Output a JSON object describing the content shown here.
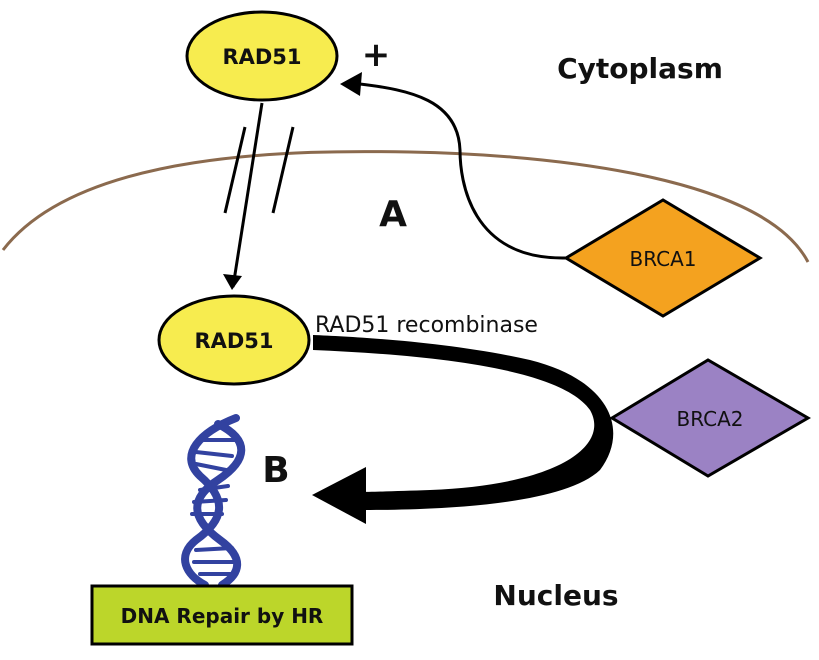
{
  "regions": {
    "cytoplasm": "Cytoplasm",
    "nucleus": "Nucleus"
  },
  "nodes": {
    "rad51_cytoplasm": {
      "label": "RAD51",
      "fill": "#f7ec4f"
    },
    "rad51_nucleus": {
      "label": "RAD51",
      "fill": "#f7ec4f"
    },
    "brca1": {
      "label": "BRCA1",
      "fill": "#f4a21f"
    },
    "brca2": {
      "label": "BRCA2",
      "fill": "#9b82c4"
    },
    "dna_repair": {
      "label": "DNA Repair by HR",
      "fill": "#bcd62a"
    }
  },
  "annotations": {
    "plus": "+",
    "step_a": "A",
    "step_b": "B",
    "recombinase": "RAD51 recombinase"
  },
  "colors": {
    "membrane": "#8b6a4e",
    "dna": "#3242a0",
    "stroke": "#000000"
  }
}
